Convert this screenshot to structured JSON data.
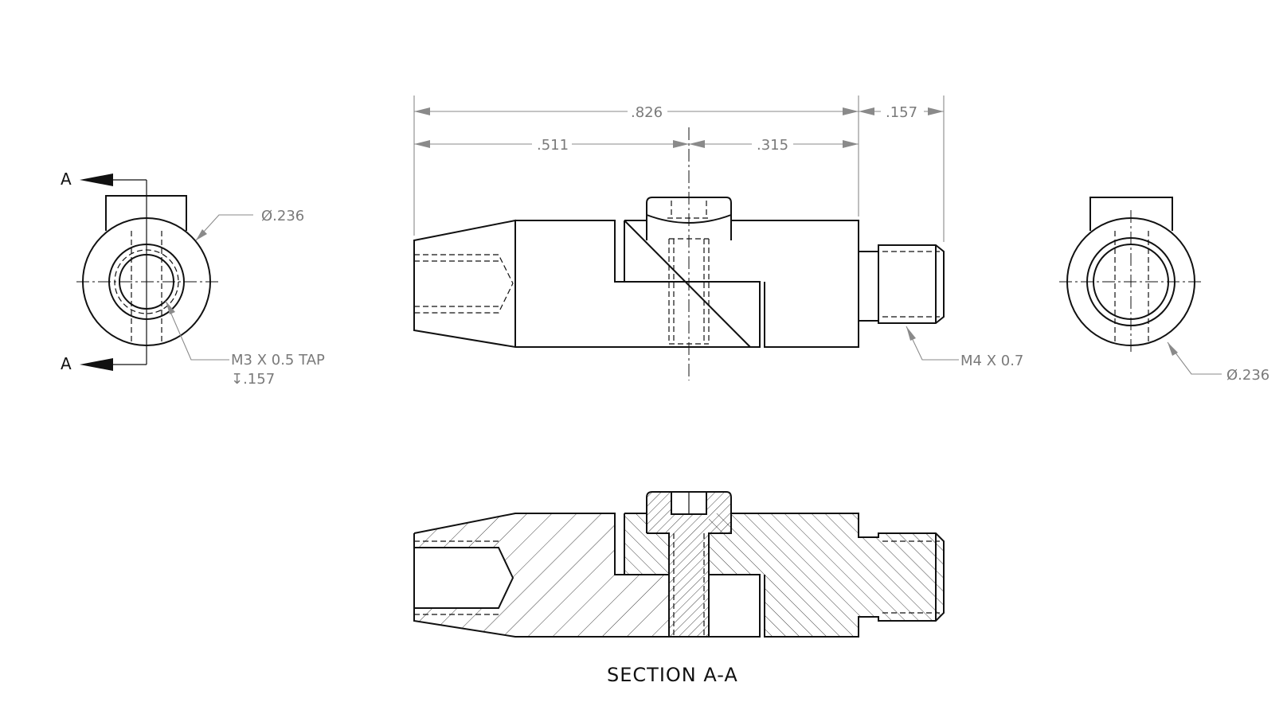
{
  "dimensions": {
    "overall_length": ".826",
    "thread_length": ".157",
    "left_to_screw": ".511",
    "screw_to_shoulder": ".315",
    "left_view_diameter": "Ø.236",
    "right_view_diameter": "Ø.236"
  },
  "callouts": {
    "tap_line1": "M3 X 0.5 TAP",
    "tap_line2": "↧.157",
    "thread": "M4 X 0.7"
  },
  "section": {
    "marker_top": "A",
    "marker_bottom": "A",
    "title": "SECTION A-A"
  },
  "colors": {
    "linework": "#111111",
    "dimension": "#8a8a8a"
  }
}
